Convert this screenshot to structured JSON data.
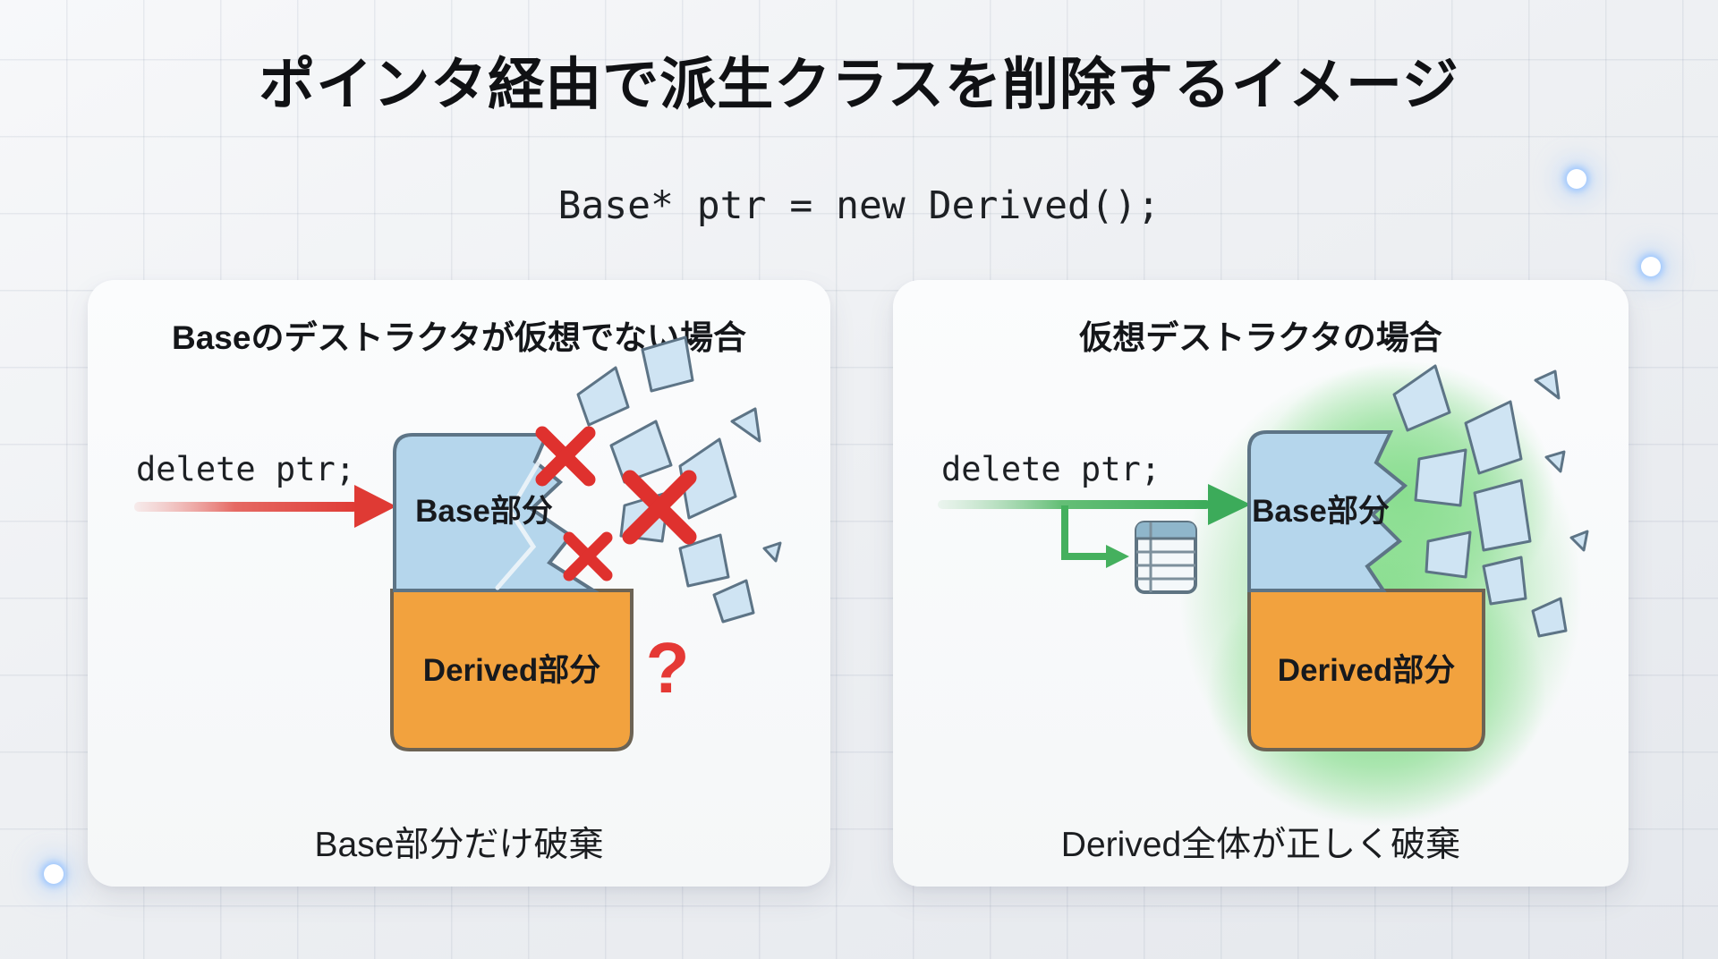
{
  "slide": {
    "title": "ポインタ経由で派生クラスを削除するイメージ",
    "code_line": "Base* ptr = new Derived();"
  },
  "left_panel": {
    "heading": "Baseのデストラクタが仮想でない場合",
    "delete_code": "delete ptr;",
    "base_block_label": "Base部分",
    "derived_block_label": "Derived部分",
    "question_mark": "?",
    "caption": "Base部分だけ破棄"
  },
  "right_panel": {
    "heading": "仮想デストラクタの場合",
    "delete_code": "delete ptr;",
    "base_block_label": "Base部分",
    "derived_block_label": "Derived部分",
    "caption": "Derived全体が正しく破棄"
  },
  "colors": {
    "base_block_blue": "#b5d6ec",
    "derived_block_orange": "#f2a23e",
    "error_red": "#e0322e",
    "success_green": "#3cab5a",
    "glow_green": "#86dd8c",
    "panel_background": "#fafbfc",
    "text_dark": "#16181c"
  },
  "icons": {
    "red_arrow": "arrow-right",
    "green_arrow": "arrow-right",
    "destroy_mark": "✕",
    "vtable": "table-grid",
    "unknown_state": "?"
  }
}
